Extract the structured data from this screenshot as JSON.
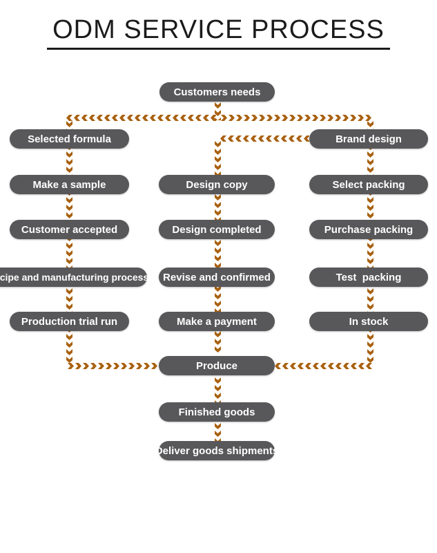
{
  "title": "ODM SERVICE PROCESS",
  "colors": {
    "box_fill": "#58585a",
    "box_text": "#ffffff",
    "arrow": "#a96110",
    "title_text": "#1b1b1b"
  },
  "flow": {
    "start": "Customers needs",
    "left": [
      "Selected formula",
      "Make a sample",
      "Customer accepted",
      "Recipe and manufacturing process",
      "Production trial run"
    ],
    "middle": [
      "Design copy",
      "Design completed",
      "Revise and confirmed",
      "Make a payment"
    ],
    "right": [
      "Brand design",
      "Select packing",
      "Purchase packing",
      "Test  packing",
      "In stock"
    ],
    "merge": "Produce",
    "finish": [
      "Finished goods",
      "Deliver goods shipments"
    ]
  }
}
